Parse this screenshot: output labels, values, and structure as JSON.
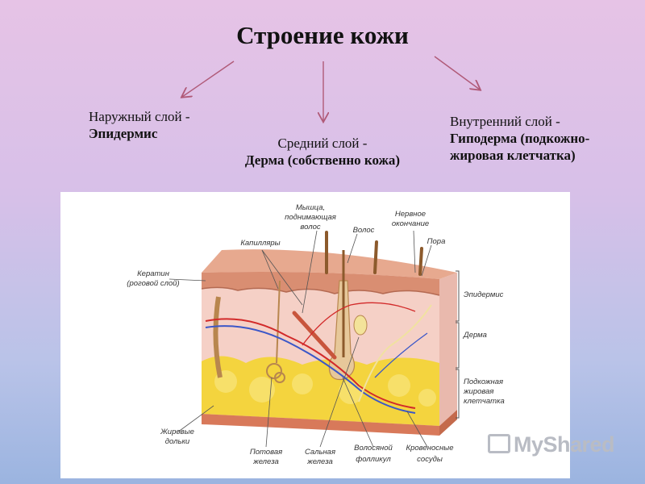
{
  "title": "Строение кожи",
  "layers": {
    "outer": {
      "line1": "Наружный слой -",
      "line2": "Эпидермис"
    },
    "middle": {
      "line1": "Средний слой -",
      "line2": "Дерма (собственно кожа)"
    },
    "inner": {
      "line1": "Внутренний слой -",
      "line2": "Гиподерма (подкожно-",
      "line3": "жировая клетчатка)"
    }
  },
  "diagram": {
    "labels": {
      "keratin_1": "Кератин",
      "keratin_2": "(роговой слой)",
      "capillaries": "Капилляры",
      "muscle_1": "Мышца,",
      "muscle_2": "поднимающая",
      "muscle_3": "волос",
      "hair": "Волос",
      "nerve_1": "Нервное",
      "nerve_2": "окончание",
      "pore": "Пора",
      "epidermis": "Эпидермис",
      "dermis": "Дерма",
      "hypo_1": "Подкожная",
      "hypo_2": "жировая",
      "hypo_3": "клетчатка",
      "fat_1": "Жировые",
      "fat_2": "дольки",
      "sweat_1": "Потовая",
      "sweat_2": "железа",
      "sebaceous_1": "Сальная",
      "sebaceous_2": "железа",
      "follicle_1": "Волосяной",
      "follicle_2": "фолликул",
      "vessels_1": "Кровеносные",
      "vessels_2": "сосуды"
    }
  },
  "watermark": "MyShared",
  "colors": {
    "arrow": "#b05a78",
    "skin": "#f3c9c0",
    "epidermis": "#d88f74",
    "fat": "#f3d33c",
    "vessel_red": "#d22a2a",
    "vessel_blue": "#3b57c8"
  }
}
